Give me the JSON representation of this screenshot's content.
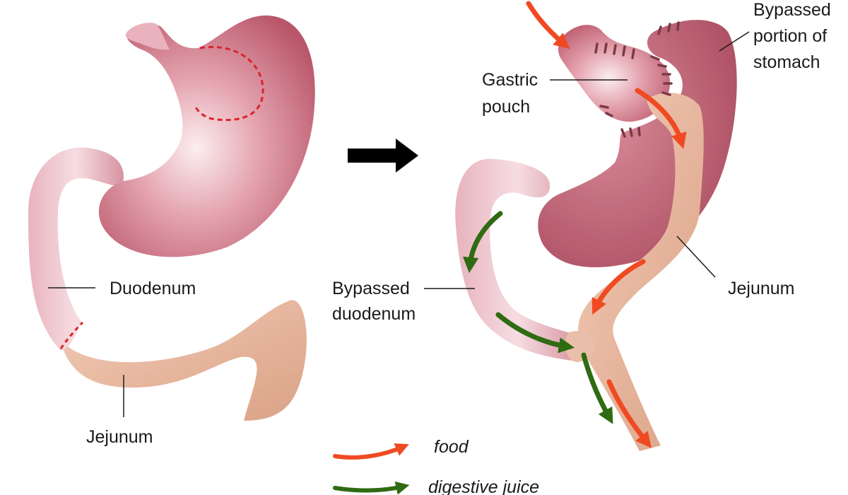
{
  "labels": {
    "duodenum": "Duodenum",
    "jejunum_left": "Jejunum",
    "gastric_pouch": [
      "Gastric",
      "pouch"
    ],
    "bypassed_stomach": [
      "Bypassed",
      "portion of",
      "stomach"
    ],
    "bypassed_duodenum": [
      "Bypassed",
      "duodenum"
    ],
    "jejunum_right": "Jejunum"
  },
  "legend": {
    "food": "food",
    "digestive_juice": "digestive juice"
  },
  "colors": {
    "stomach": "#d98a96",
    "stomach_dark": "#b5566a",
    "jejunum": "#e8b9a0",
    "food_arrow": "#f04a22",
    "juice_arrow": "#2f6b12",
    "cut_line": "#d8252a",
    "staple": "#7a3a46",
    "transition_arrow": "#000000"
  }
}
